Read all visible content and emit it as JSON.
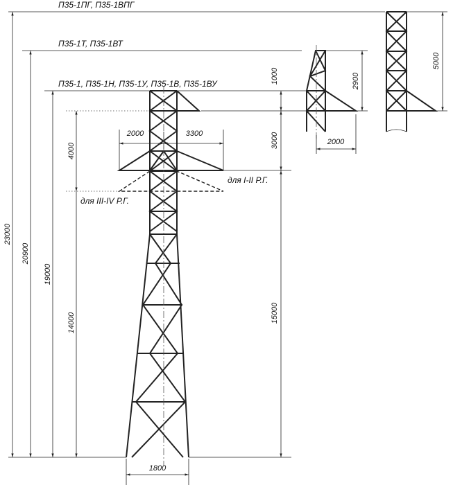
{
  "labels": {
    "variant_top": "П35-1ПГ, П35-1ВПГ",
    "variant_mid": "П35-1Т, П35-1ВТ",
    "variant_low": "П35-1, П35-1Н, П35-1У, П35-1В, П35-1ВУ",
    "note_12": "для I-II Р.Г.",
    "note_34": "для III-IV Р.Г."
  },
  "dimensions": {
    "total_23000": "23000",
    "h_20900": "20900",
    "h_19000": "19000",
    "h_14000": "14000",
    "h_4000": "4000",
    "h_1000": "1000",
    "h_3000": "3000",
    "h_15000": "15000",
    "w_2000": "2000",
    "w_3300": "3300",
    "w_1800": "1800",
    "h_2900": "2900",
    "w_2000_side": "2000",
    "h_5000": "5000"
  }
}
